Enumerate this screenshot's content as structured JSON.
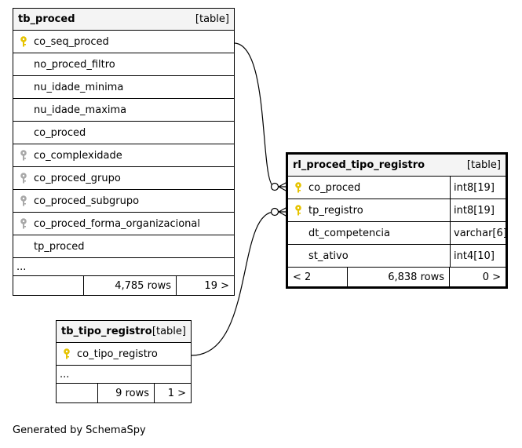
{
  "tables": {
    "tb_proced": {
      "name": "tb_proced",
      "kind": "[table]",
      "columns": [
        {
          "name": "co_seq_proced",
          "key": "primary"
        },
        {
          "name": "no_proced_filtro",
          "key": "none"
        },
        {
          "name": "nu_idade_minima",
          "key": "none"
        },
        {
          "name": "nu_idade_maxima",
          "key": "none"
        },
        {
          "name": "co_proced",
          "key": "none"
        },
        {
          "name": "co_complexidade",
          "key": "foreign"
        },
        {
          "name": "co_proced_grupo",
          "key": "foreign"
        },
        {
          "name": "co_proced_subgrupo",
          "key": "foreign"
        },
        {
          "name": "co_proced_forma_organizacional",
          "key": "foreign"
        },
        {
          "name": "tp_proced",
          "key": "none"
        }
      ],
      "more": "...",
      "footer": {
        "left": "",
        "rows": "4,785 rows",
        "right": "19 >"
      }
    },
    "rl_proced_tipo_registro": {
      "name": "rl_proced_tipo_registro",
      "kind": "[table]",
      "columns": [
        {
          "name": "co_proced",
          "type": "int8[19]",
          "key": "primary"
        },
        {
          "name": "tp_registro",
          "type": "int8[19]",
          "key": "primary"
        },
        {
          "name": "dt_competencia",
          "type": "varchar[6]",
          "key": "none"
        },
        {
          "name": "st_ativo",
          "type": "int4[10]",
          "key": "none"
        }
      ],
      "footer": {
        "left": "< 2",
        "rows": "6,838 rows",
        "right": "0 >"
      }
    },
    "tb_tipo_registro": {
      "name": "tb_tipo_registro",
      "kind": "[table]",
      "columns": [
        {
          "name": "co_tipo_registro",
          "key": "primary"
        }
      ],
      "more": "...",
      "footer": {
        "left": "",
        "rows": "9 rows",
        "right": "1 >"
      }
    }
  },
  "relationships": [
    {
      "from": "tb_proced.co_seq_proced",
      "to": "rl_proced_tipo_registro.co_proced"
    },
    {
      "from": "tb_tipo_registro.co_tipo_registro",
      "to": "rl_proced_tipo_registro.tp_registro"
    }
  ],
  "colors": {
    "primary_key": "#e6c300",
    "foreign_key": "#a8a8a8",
    "header_bg": "#f4f4f4"
  },
  "footer_note": "Generated by SchemaSpy"
}
